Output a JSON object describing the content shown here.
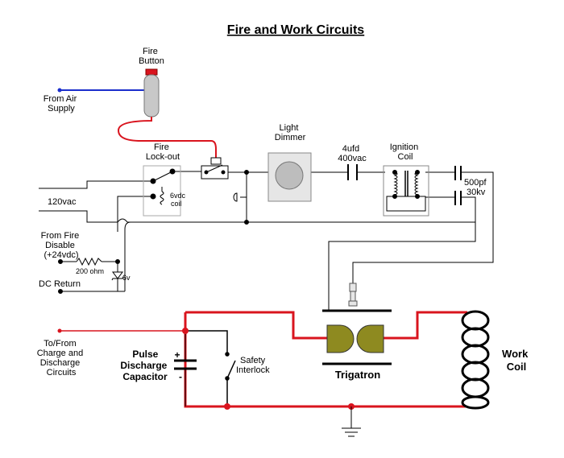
{
  "title": "Fire and Work Circuits",
  "labels": {
    "fire_button": [
      "Fire",
      "Button"
    ],
    "air_supply": [
      "From Air",
      "Supply"
    ],
    "fire_lockout": [
      "Fire",
      "Lock-out"
    ],
    "relay_coil": [
      "6vdc",
      "coil"
    ],
    "light_dimmer": [
      "Light",
      "Dimmer"
    ],
    "capacitor_small": [
      "4ufd",
      "400vac"
    ],
    "ignition_coil": [
      "Ignition",
      "Coil"
    ],
    "hv_capacitor": [
      "500pf",
      "30kv"
    ],
    "ac_input": "120vac",
    "fire_disable": [
      "From Fire",
      "Disable",
      "(+24vdc)"
    ],
    "resistor": "200 ohm",
    "zener": "6v",
    "dc_return": "DC Return",
    "charge_circuits": [
      "To/From",
      "Charge and",
      "Discharge",
      "Circuits"
    ],
    "pulse_capacitor": [
      "Pulse",
      "Discharge",
      "Capacitor"
    ],
    "cap_plus": "+",
    "cap_minus": "-",
    "safety_interlock": [
      "Safety",
      "Interlock"
    ],
    "trigatron": "Trigatron",
    "work_coil": [
      "Work",
      "Coil"
    ]
  },
  "colors": {
    "wire": "#000000",
    "power_wire": "#d9141e",
    "air_line": "#1a2ecc",
    "node": "#d9141e",
    "trigatron_electrode": "#8e8a20",
    "button_cap": "#d9141e",
    "component_gray": "#c8c8c8"
  }
}
